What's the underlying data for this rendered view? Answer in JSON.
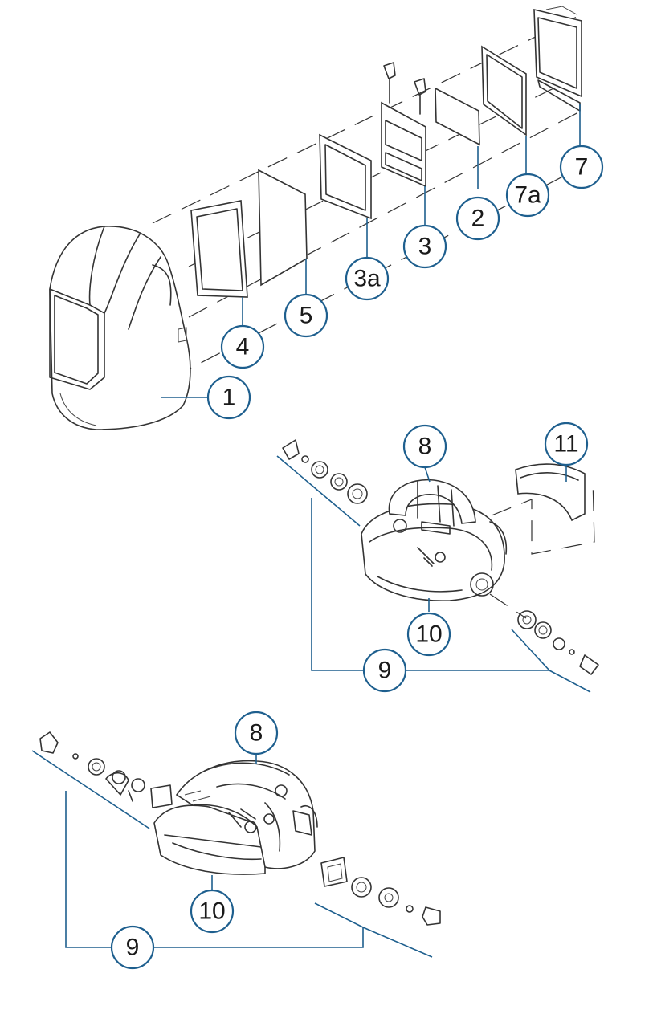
{
  "callouts": {
    "c1": "1",
    "c2": "2",
    "c3": "3",
    "c3a": "3a",
    "c4": "4",
    "c5": "5",
    "c7": "7",
    "c7a": "7a",
    "c8_top": "8",
    "c8_bottom": "8",
    "c9_top": "9",
    "c9_bottom": "9",
    "c10_top": "10",
    "c10_bottom": "10",
    "c11": "11"
  },
  "colors": {
    "callout_stroke": "#1e5f8e",
    "line_art": "#333333",
    "background": "#ffffff"
  }
}
